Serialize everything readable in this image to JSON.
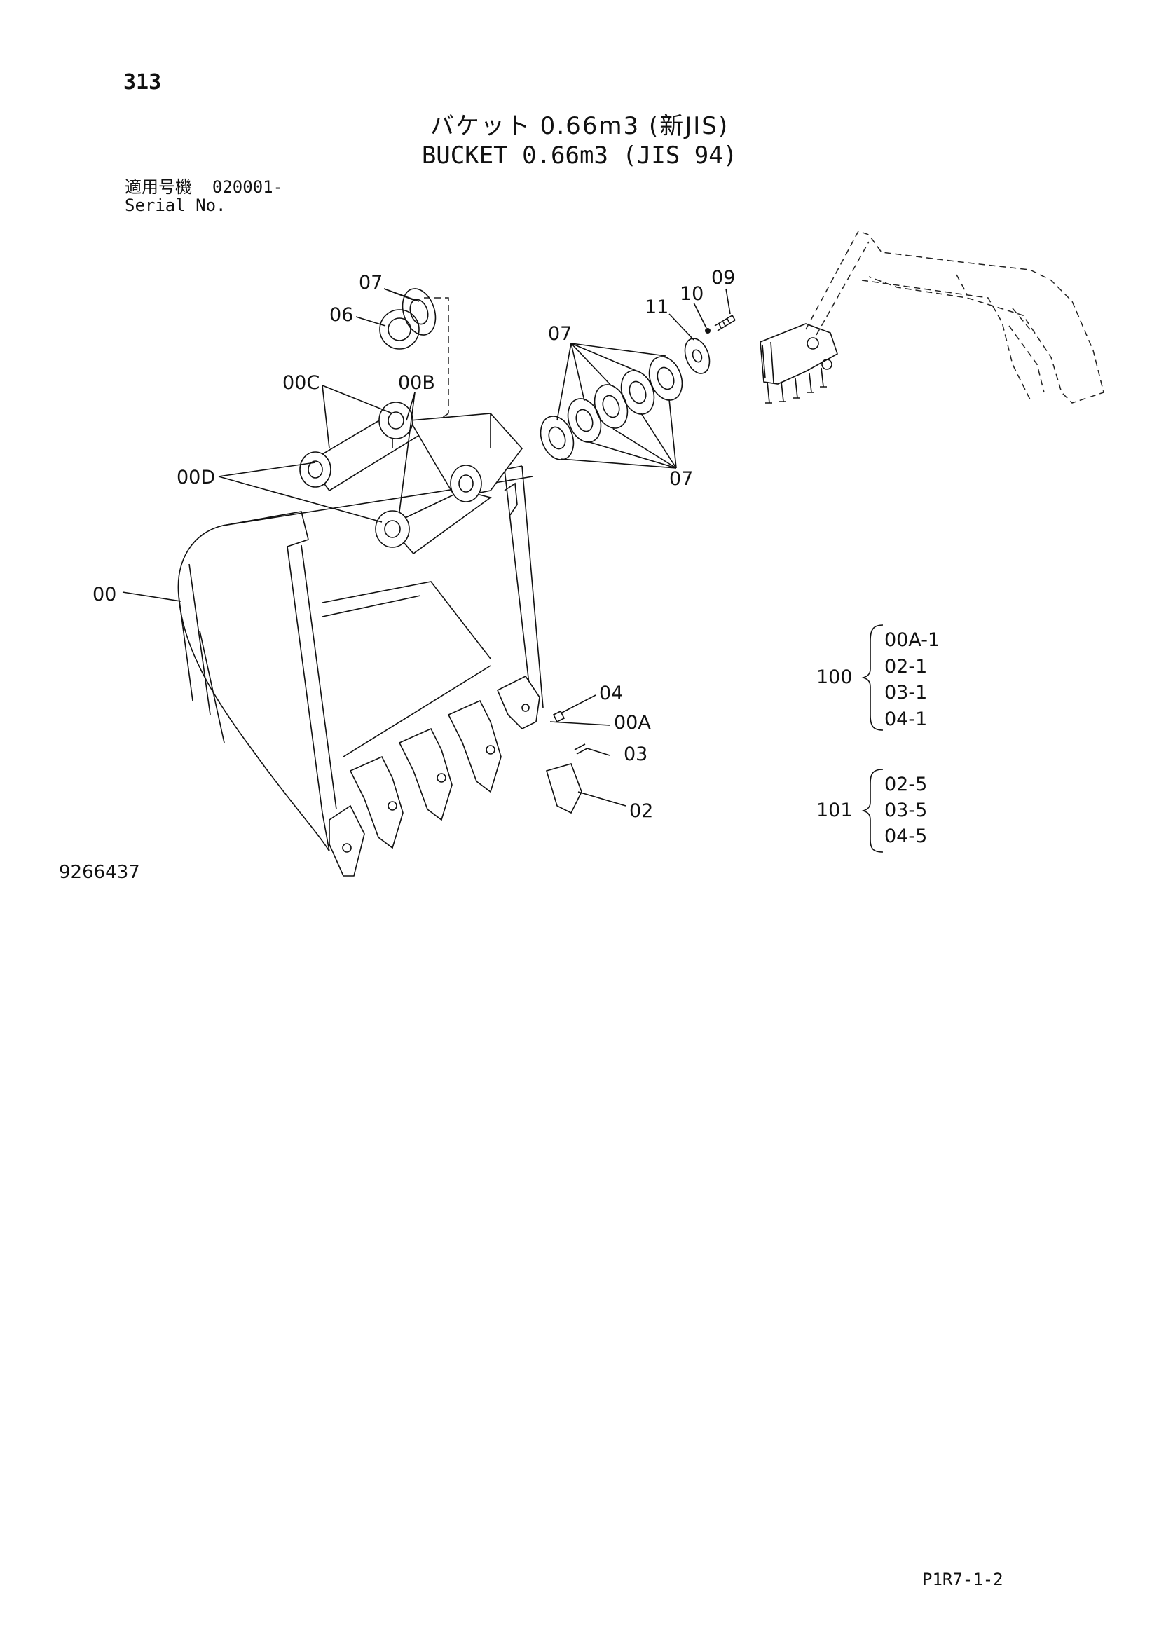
{
  "header": {
    "page_number": "313",
    "title_jp": "バケット 0.66m3 (新JIS)",
    "title_en": "BUCKET 0.66m3 (JIS 94)",
    "serial_label_jp": "適用号機",
    "serial_value": "020001-",
    "serial_label_en": "Serial No."
  },
  "callouts": {
    "c07a": "07",
    "c06": "06",
    "c00c": "00C",
    "c00b": "00B",
    "c00d": "00D",
    "c00": "00",
    "c07b": "07",
    "c07c": "07",
    "c11": "11",
    "c10": "10",
    "c09": "09",
    "c04": "04",
    "c00a": "00A",
    "c03": "03",
    "c02": "02"
  },
  "kits": [
    {
      "number": "100",
      "items": [
        "00A-1",
        "02-1",
        "03-1",
        "04-1"
      ]
    },
    {
      "number": "101",
      "items": [
        "02-5",
        "03-5",
        "04-5"
      ]
    }
  ],
  "footer": {
    "drawing_number": "9266437",
    "page_code": "P1R7-1-2"
  }
}
